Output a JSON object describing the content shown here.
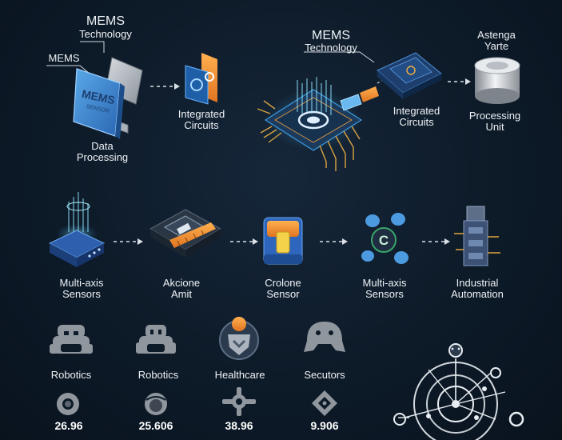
{
  "top_left": {
    "mems_tech_label_line1": "MEMS",
    "mems_tech_label_line2": "Technology",
    "mems_label": "MEMS",
    "chip_text_line1": "MEMS",
    "chip_text_line2": "SENSOR",
    "data_processing_line1": "Data",
    "data_processing_line2": "Processing",
    "integrated_circuits_line1": "Integrated",
    "integrated_circuits_line2": "Circuits"
  },
  "top_right": {
    "mems_tech_label_line1": "MEMS",
    "mems_tech_label_line2": "Technology",
    "integrated_circuits_line1": "Integrated",
    "integrated_circuits_line2": "Circuits",
    "astenga_line1": "Astenga",
    "astenga_line2": "Yarte",
    "processing_unit_line1": "Processing",
    "processing_unit_line2": "Unit"
  },
  "middle_row": [
    {
      "line1": "Multi-axis",
      "line2": "Sensors",
      "icon": "multi-axis-sensor-icon"
    },
    {
      "line1": "Akcione",
      "line2": "Amit",
      "icon": "actuator-icon"
    },
    {
      "line1": "Crolone",
      "line2": "Sensor",
      "icon": "crolone-sensor-icon"
    },
    {
      "line1": "Multi-axis",
      "line2": "Sensors",
      "icon": "sensor-cluster-icon"
    },
    {
      "line1": "Industrial",
      "line2": "Automation",
      "icon": "industrial-automation-icon"
    }
  ],
  "bottom_row": [
    {
      "category": "Robotics",
      "value": "26.96",
      "icon": "robot-icon"
    },
    {
      "category": "Robotics",
      "value": "25.606",
      "icon": "robot-icon"
    },
    {
      "category": "Healthcare",
      "value": "38.96",
      "icon": "healthcare-shield-icon"
    },
    {
      "category": "Secutors",
      "value": "9.906",
      "icon": "gamepad-icon"
    }
  ],
  "colors": {
    "background": "#0d1a28",
    "accent_blue": "#3a86e0",
    "accent_orange": "#f08a2c",
    "cyan_glow": "#6fd9ff",
    "icon_gray": "#8f969e"
  }
}
